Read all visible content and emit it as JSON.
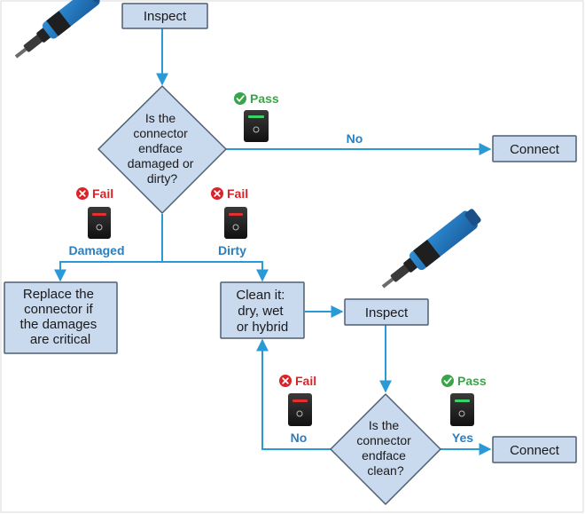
{
  "colors": {
    "box_fill": "#c9d9ee",
    "box_stroke": "#4f5f73",
    "arrow": "#2a9ad6",
    "label_blue": "#2a7fc0",
    "pass_green": "#3aa548",
    "fail_red": "#d9242a"
  },
  "nodes": {
    "inspect_top": "Inspect",
    "decision_damaged": [
      "Is the",
      "connector",
      "endface",
      "damaged or",
      "dirty?"
    ],
    "connect_top": "Connect",
    "replace": [
      "Replace the",
      "connector if",
      "the damages",
      "are critical"
    ],
    "clean": [
      "Clean it:",
      "dry, wet",
      "or hybrid"
    ],
    "inspect_bottom": "Inspect",
    "decision_clean": [
      "Is the",
      "connector",
      "endface",
      "clean?"
    ],
    "connect_bottom": "Connect"
  },
  "edge_labels": {
    "no_top": "No",
    "damaged": "Damaged",
    "dirty": "Dirty",
    "no_bottom": "No",
    "yes_bottom": "Yes"
  },
  "status": {
    "pass_top": "Pass",
    "fail_damaged": "Fail",
    "fail_dirty": "Fail",
    "fail_bottom": "Fail",
    "pass_bottom": "Pass"
  },
  "icons": {
    "probe_top": "fiber-inspection-probe-icon",
    "probe_bottom": "fiber-inspection-probe-icon",
    "pass_device": "pass-indicator-device-icon",
    "fail_device": "fail-indicator-device-icon"
  }
}
